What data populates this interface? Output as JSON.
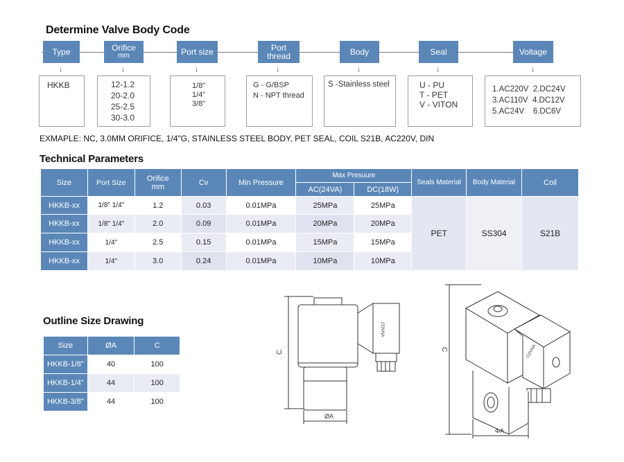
{
  "section_titles": {
    "body_code": "Determine Valve Body Code",
    "tech": "Technical Parameters",
    "outline": "Outline  Size Drawing"
  },
  "code_headers": {
    "type": "Type",
    "orifice": "Orifice",
    "orifice_unit": "mm",
    "port_size": "Port size",
    "port_thread_1": "Port",
    "port_thread_2": "thread",
    "body": "Body",
    "seal": "Seal",
    "voltage": "Voltage"
  },
  "code_options": {
    "type": [
      "HKKB"
    ],
    "orifice": [
      "12-1.2",
      "20-2.0",
      "25-2.5",
      "30-3.0"
    ],
    "port_size": [
      "1/8\"",
      "1/4\"",
      "3/8\""
    ],
    "port_thread": [
      "G - G/BSP",
      "N - NPT thread"
    ],
    "body": [
      "S -Stainless steel"
    ],
    "seal": [
      "U - PU",
      "T - PET",
      "V - VITON"
    ],
    "voltage": [
      [
        "1.AC220V",
        "2.DC24V"
      ],
      [
        "3.AC110V",
        "4.DC12V"
      ],
      [
        "5.AC24V",
        "6.DC6V"
      ]
    ]
  },
  "example": "EXMAPLE: NC, 3.0MM ORIFICE, 1/4\"G, STAINLESS STEEL BODY, PET SEAL, COIL S21B, AC220V, DIN",
  "tech_table": {
    "headers": {
      "size": "Size",
      "port_size": "Port Size",
      "orifice": "Orifice",
      "orifice_unit": "mm",
      "cv": "Cv",
      "min_pressure": "Min Pressure",
      "max_pressure": "Max Presuure",
      "ac": "AC(24VA)",
      "dc": "DC(18W)",
      "seals": "Seals Material",
      "body": "Body Material",
      "coil": "Coil"
    },
    "rows": [
      {
        "size": "HKKB-xx",
        "port": "1/8\"   1/4\"",
        "orifice": "1.2",
        "cv": "0.03",
        "min": "0.01MPa",
        "ac": "25MPa",
        "dc": "25MPa"
      },
      {
        "size": "HKKB-xx",
        "port": "1/8\"   1/4\"",
        "orifice": "2.0",
        "cv": "0.09",
        "min": "0.01MPa",
        "ac": "20MPa",
        "dc": "20MPa"
      },
      {
        "size": "HKKB-xx",
        "port": "1/4\"",
        "orifice": "2.5",
        "cv": "0.15",
        "min": "0.01MPa",
        "ac": "15MPa",
        "dc": "15MPa"
      },
      {
        "size": "HKKB-xx",
        "port": "1/4\"",
        "orifice": "3.0",
        "cv": "0.24",
        "min": "0.01MPa",
        "ac": "10MPa",
        "dc": "10MPa"
      }
    ],
    "seals_value": "PET",
    "body_value": "SS304",
    "coil_value": "S21B"
  },
  "outline_table": {
    "headers": {
      "size": "Size",
      "a": "ØA",
      "c": "C"
    },
    "rows": [
      {
        "size": "HKKB-1/8\"",
        "a": "40",
        "c": "100"
      },
      {
        "size": "HKKB-1/4\"",
        "a": "44",
        "c": "100"
      },
      {
        "size": "HKKB-3/8\"",
        "a": "44",
        "c": "100"
      }
    ]
  },
  "drawing_labels": {
    "c": "C",
    "a": "ØA",
    "phi_a": "ΦA",
    "brand": "COVNA"
  },
  "colors": {
    "header_blue": "#5b87b8",
    "cell_light": "#e9ecf4"
  }
}
